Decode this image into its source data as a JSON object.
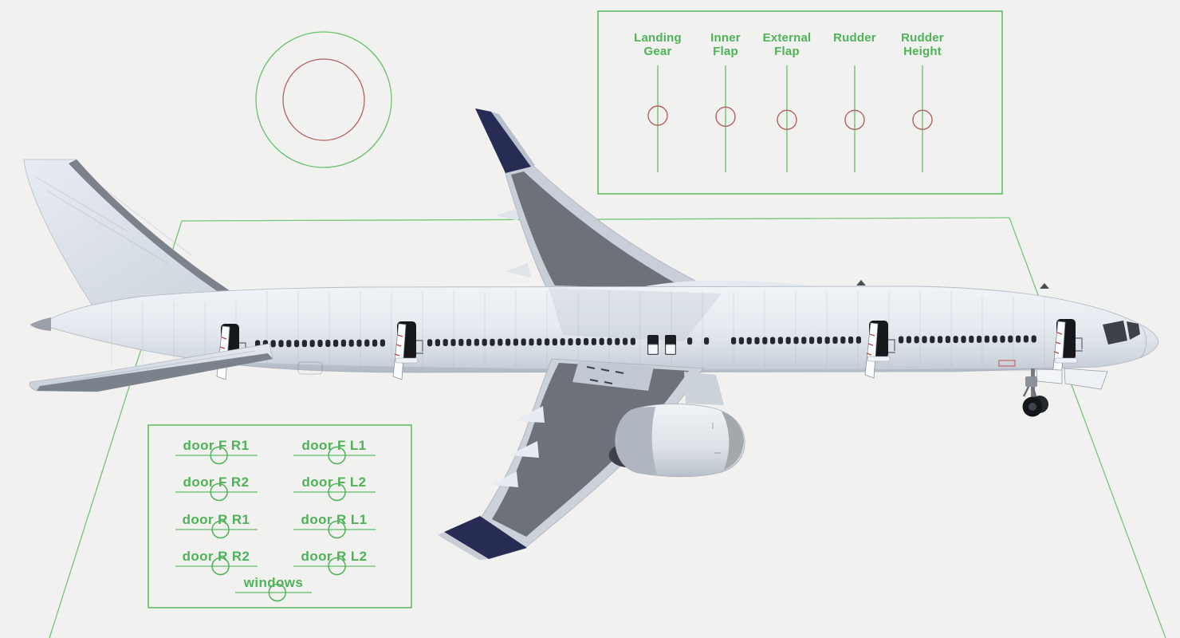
{
  "scene": {
    "title": "airplane-rig-viewport",
    "description_visible": false
  },
  "colors": {
    "background": "#f1f2f0",
    "rig_green_text": "#4fb258",
    "rig_green_line": "#64bd68",
    "rig_red_handle": "#b2605e",
    "winglet_navy": "#272c55",
    "wing_gray": "#6d727a",
    "fuselage_light": "#edf0f4"
  },
  "calibration_dial": {
    "outer_circle_color": "#6abf6e",
    "inner_circle_color": "#b4605f"
  },
  "control_panel": {
    "sliders": [
      {
        "label": "Landing Gear",
        "line1": "Landing",
        "line2": "Gear",
        "value": 0.47
      },
      {
        "label": "Inner Flap",
        "line1": "Inner",
        "line2": "Flap",
        "value": 0.48
      },
      {
        "label": "External Flap",
        "line1": "External",
        "line2": "Flap",
        "value": 0.51
      },
      {
        "label": "Rudder",
        "line1": "Rudder",
        "line2": "",
        "value": 0.51
      },
      {
        "label": "Rudder Height",
        "line1": "Rudder",
        "line2": "Height",
        "value": 0.51
      }
    ]
  },
  "door_panel": {
    "sliders": [
      {
        "label": "door F R1",
        "value": 0.53
      },
      {
        "label": "door F L1",
        "value": 0.53
      },
      {
        "label": "door F R2",
        "value": 0.53
      },
      {
        "label": "door F L2",
        "value": 0.53
      },
      {
        "label": "door R R1",
        "value": 0.55
      },
      {
        "label": "door R L1",
        "value": 0.53
      },
      {
        "label": "door R R2",
        "value": 0.55
      },
      {
        "label": "door R L2",
        "value": 0.53
      },
      {
        "label": "windows",
        "value": 0.55
      }
    ]
  },
  "aircraft": {
    "window_groups": [
      {
        "start": 320,
        "count": 17,
        "gap": 9.8
      },
      {
        "start": 536,
        "count": 27,
        "gap": 9.8
      },
      {
        "start": 862,
        "count": 2,
        "gap": 21
      },
      {
        "start": 917,
        "count": 17,
        "gap": 9.8
      },
      {
        "start": 1127,
        "count": 18,
        "gap": 9.8
      }
    ]
  }
}
